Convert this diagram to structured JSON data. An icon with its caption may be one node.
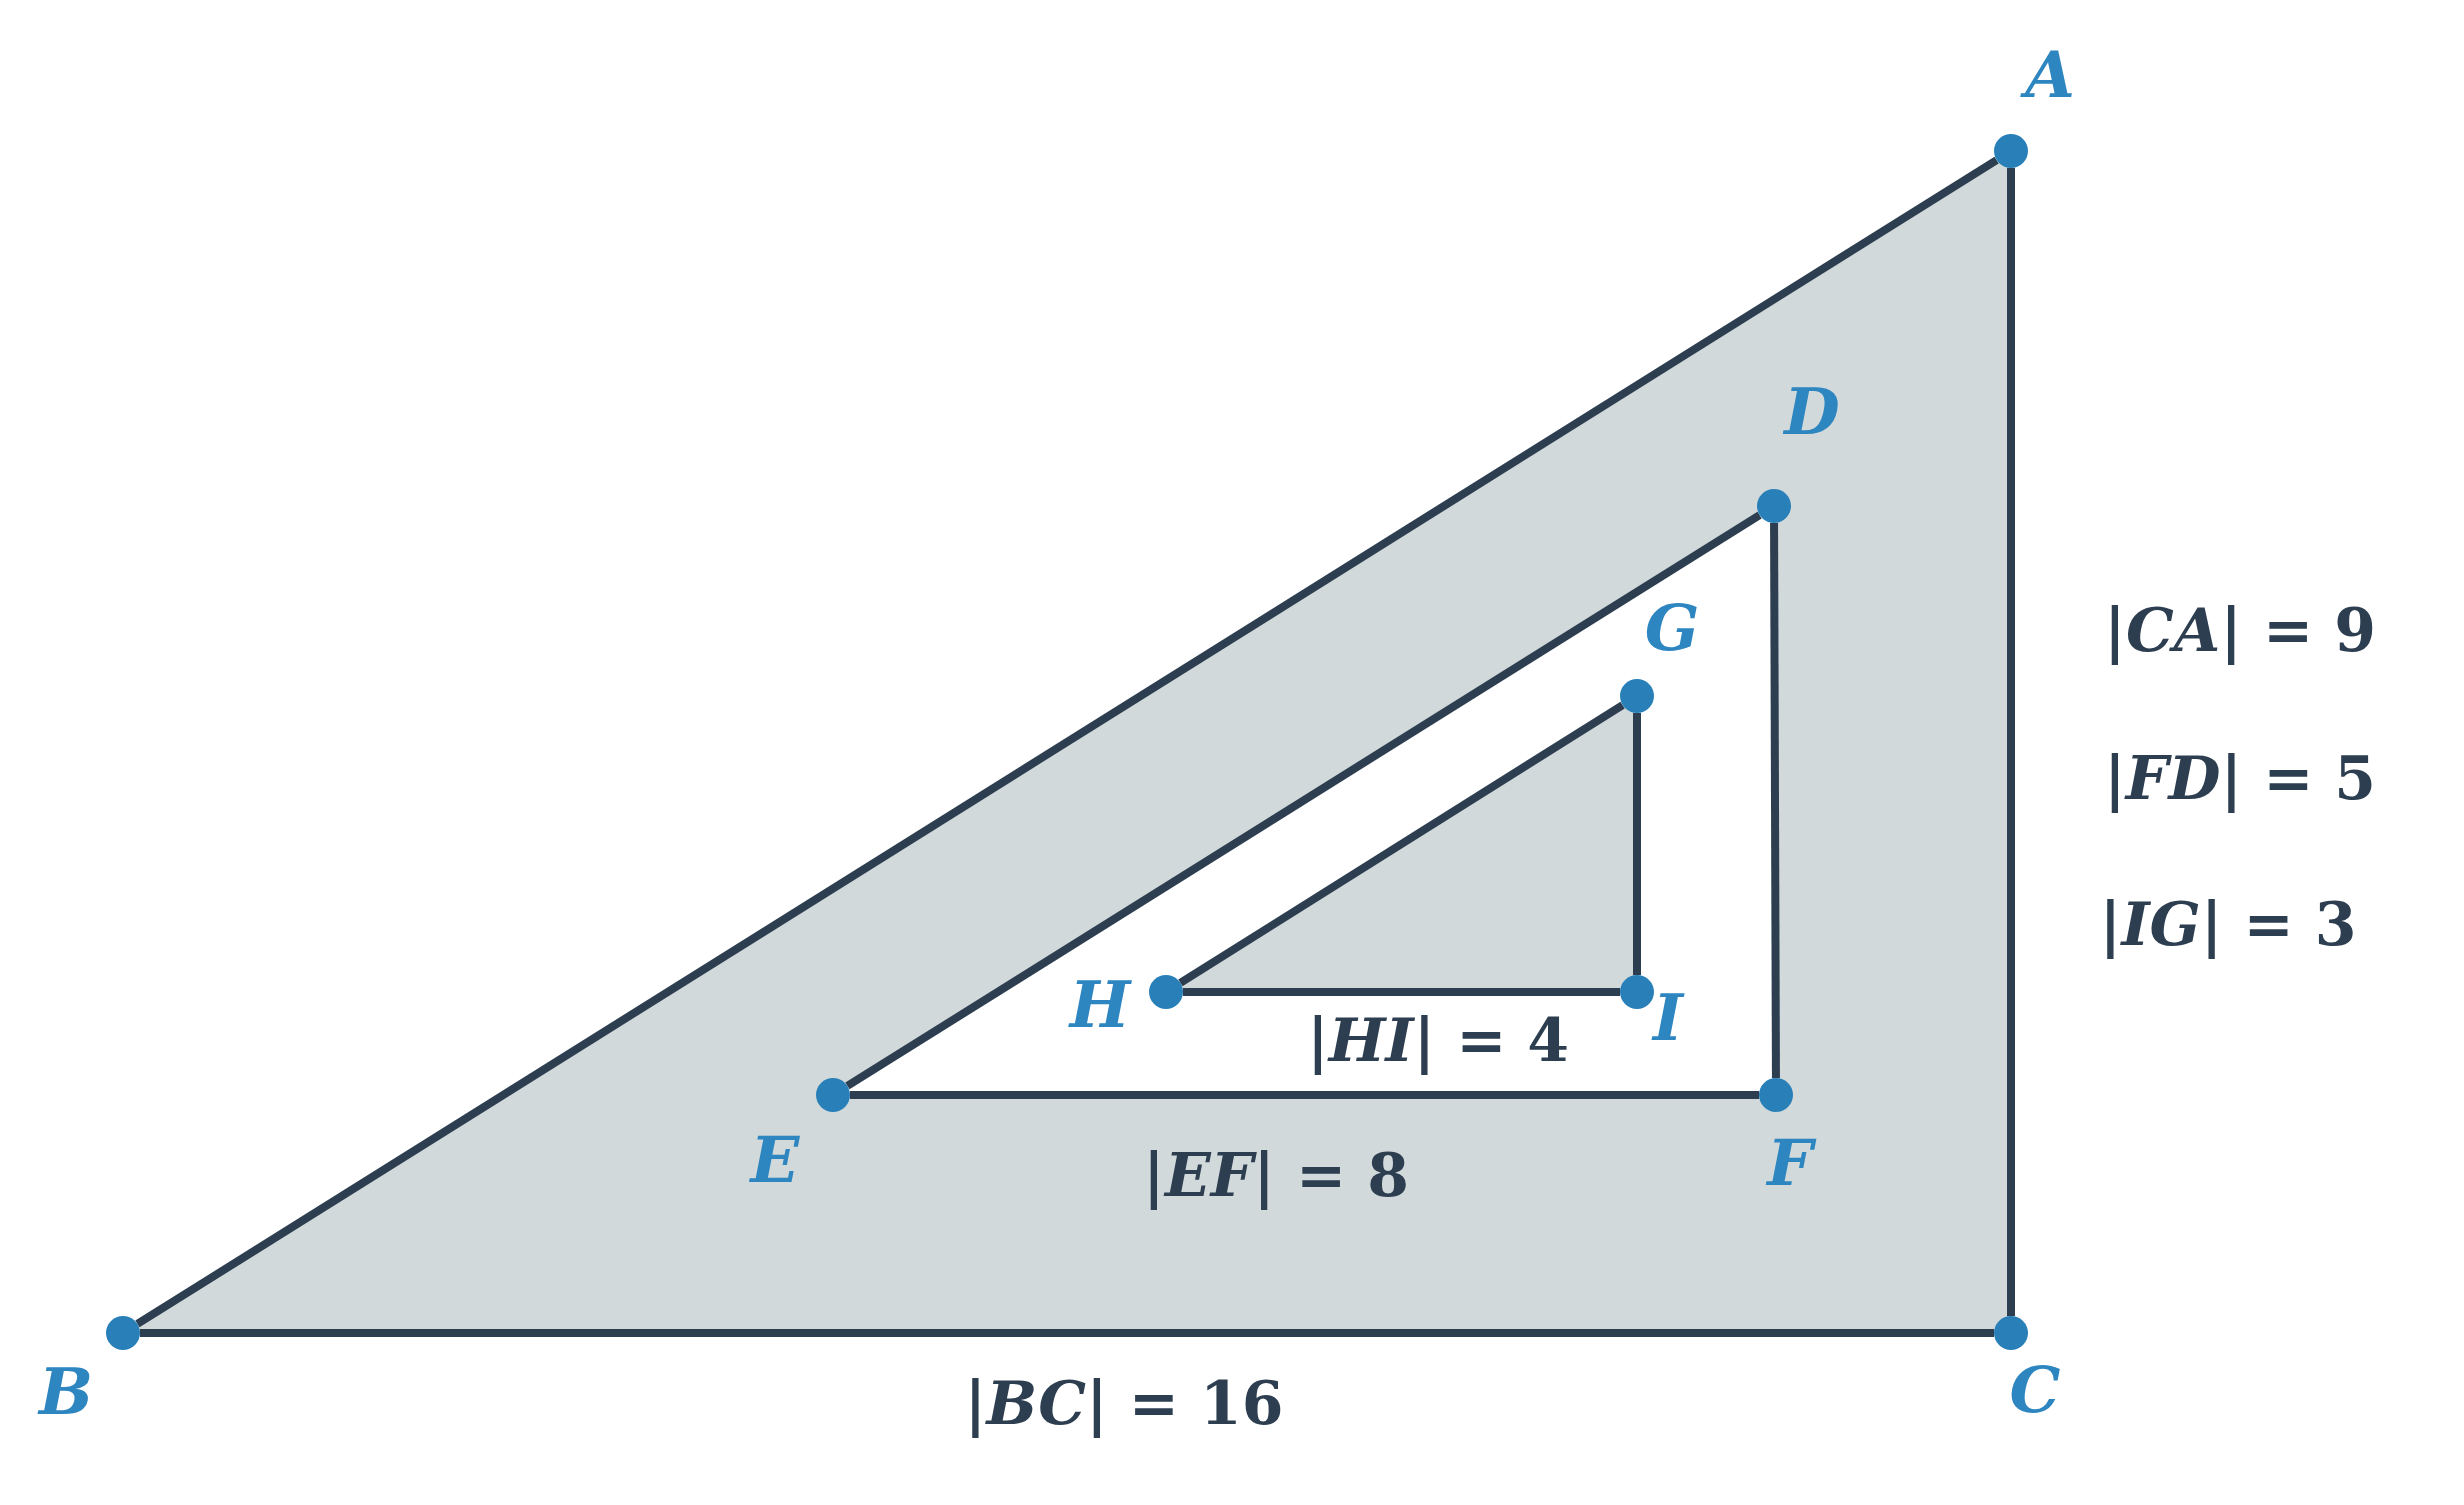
{
  "diagram": {
    "nodes": [
      {
        "text": [],
        "shape": "circle",
        "beside": [
          "A"
        ]
      },
      {
        "text": [],
        "shape": "circle",
        "beside": [
          "B"
        ]
      },
      {
        "text": [],
        "shape": "circle",
        "beside": [
          "C"
        ]
      },
      {
        "text": [],
        "shape": "circle",
        "beside": [
          "D"
        ]
      },
      {
        "text": [],
        "shape": "circle",
        "beside": [
          "E"
        ]
      },
      {
        "text": [],
        "shape": "circle",
        "beside": [
          "F"
        ]
      },
      {
        "text": [],
        "shape": "circle",
        "beside": [
          "G"
        ]
      },
      {
        "text": [],
        "shape": "circle",
        "beside": [
          "H"
        ]
      },
      {
        "text": [],
        "shape": "circle",
        "beside": [
          "I"
        ]
      }
    ],
    "edges": [
      {
        "from": 0,
        "to": 1,
        "arrow": "none"
      },
      {
        "from": 1,
        "to": 2,
        "arrow": "none"
      },
      {
        "from": 2,
        "to": 0,
        "arrow": "none"
      },
      {
        "from": 3,
        "to": 4,
        "arrow": "none"
      },
      {
        "from": 4,
        "to": 5,
        "arrow": "none"
      },
      {
        "from": 5,
        "to": 3,
        "arrow": "none"
      },
      {
        "from": 6,
        "to": 7,
        "arrow": "none"
      },
      {
        "from": 7,
        "to": 8,
        "arrow": "none"
      },
      {
        "from": 8,
        "to": 6,
        "arrow": "none"
      }
    ],
    "labels": [
      "|*CA*| = 9",
      "|*FD*| = 5",
      "|*IG*| = 3",
      "|*HI*| = 4",
      "|*EF*| = 8",
      "|*BC*| = 16"
    ]
  }
}
